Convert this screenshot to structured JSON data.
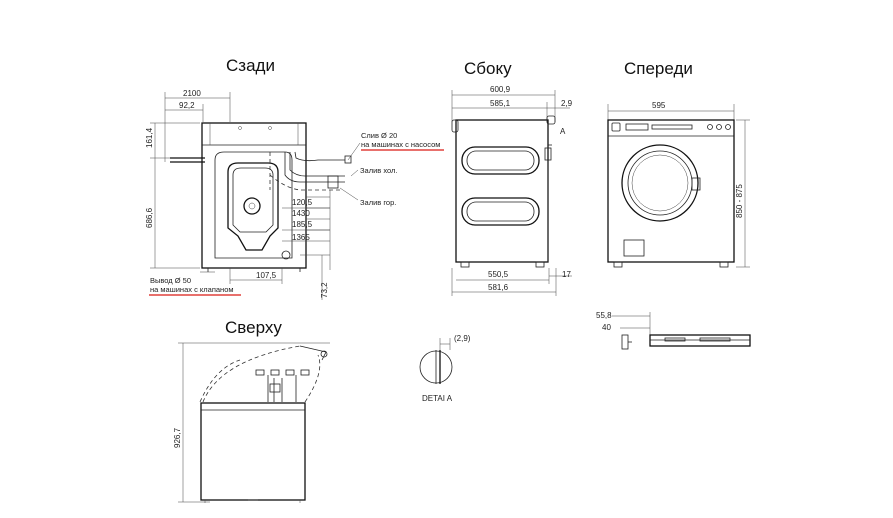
{
  "titles": {
    "back": "Сзади",
    "side": "Сбоку",
    "front": "Спереди",
    "top": "Сверху"
  },
  "back_dims": {
    "d2100": "2100",
    "d92_2": "92,2",
    "d161_4": "161,4",
    "d686_6": "686,6",
    "d120_5": "120,5",
    "d1430": "1430",
    "d185_5": "185,5",
    "d1365": "1365",
    "d107_5": "107,5",
    "d73_2": "73,2"
  },
  "back_labels": {
    "drain_line1": "Слив Ø 20",
    "drain_line2": "на машинах с насосом",
    "inlet_cold": "Залив хол.",
    "inlet_hot": "Залив гор.",
    "outlet_line1": "Вывод Ø 50",
    "outlet_line2": "на машинах с клапаном"
  },
  "side_dims": {
    "d600_9": "600,9",
    "d585_1": "585,1",
    "d2_9": "2,9",
    "marker_a": "A",
    "d550_5": "550,5",
    "d17": "17",
    "d581_6": "581,6"
  },
  "front_dims": {
    "d595": "595",
    "d850_875": "850 - 875"
  },
  "detail": {
    "d2_9": "(2,9)",
    "label": "DETAI  A"
  },
  "small_dims": {
    "d55_8": "55,8",
    "d40": "40"
  },
  "top_dims": {
    "d926_7": "926,7"
  }
}
